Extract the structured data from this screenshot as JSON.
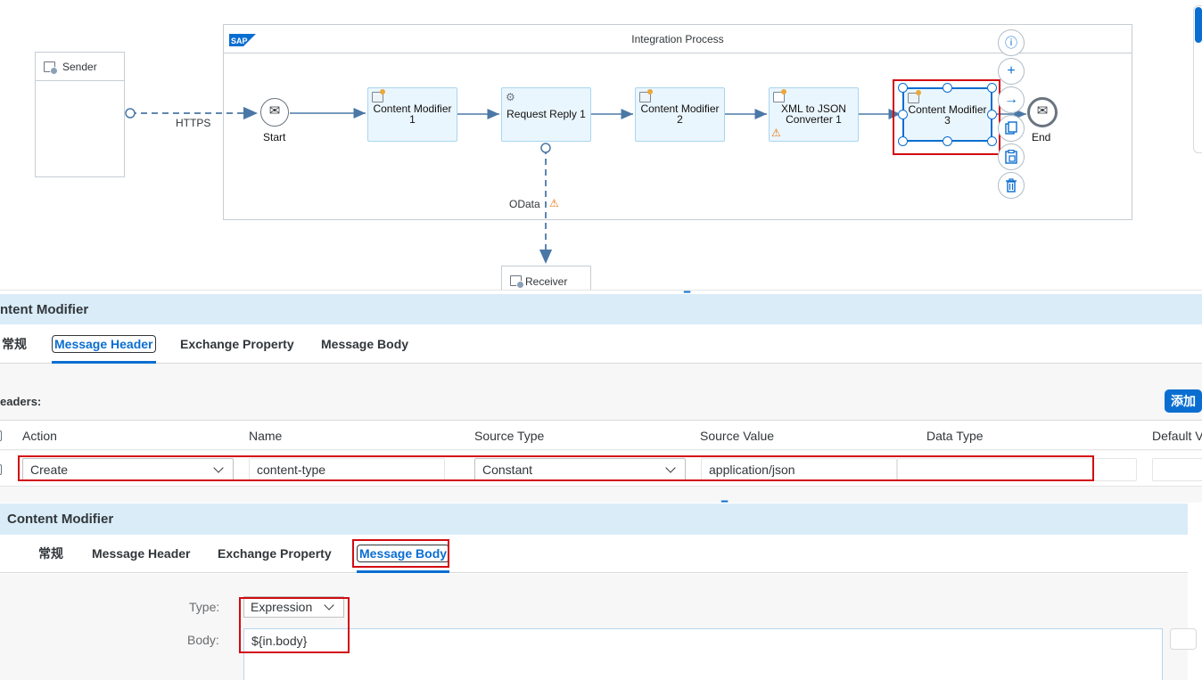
{
  "diagram": {
    "pool_title": "Integration Process",
    "sender_label": "Sender",
    "receiver_label": "Receiver",
    "https_label": "HTTPS",
    "odata_label": "OData",
    "start_label": "Start",
    "end_label": "End",
    "steps": {
      "cm1": [
        "Content Modifier",
        "1"
      ],
      "rr1": [
        "Request Reply 1"
      ],
      "cm2": [
        "Content Modifier",
        "2"
      ],
      "xml": [
        "XML to JSON",
        "Converter 1"
      ],
      "cm3": [
        "Content Modifier",
        "3"
      ]
    },
    "palette": {
      "info": "ⓘ",
      "add": "+",
      "connect": "→"
    }
  },
  "panel1": {
    "title": "ntent Modifier",
    "tabs": [
      "常规",
      "Message Header",
      "Exchange Property",
      "Message Body"
    ],
    "headers_label": "eaders:",
    "add_button": "添加",
    "columns": [
      "Action",
      "Name",
      "Source Type",
      "Source Value",
      "Data Type",
      "Default V"
    ],
    "row": {
      "action": "Create",
      "name": "content-type",
      "source_type": "Constant",
      "source_value": "application/json",
      "data_type": "",
      "default_value": ""
    }
  },
  "panel2": {
    "title": "Content Modifier",
    "tabs": [
      "常规",
      "Message Header",
      "Exchange Property",
      "Message Body"
    ],
    "type_label": "Type:",
    "type_value": "Expression",
    "body_label": "Body:",
    "body_value": "${in.body}"
  },
  "colors": {
    "accent": "#0a6ed1",
    "highlight": "#d20a11",
    "step_fill": "#eaf6fd",
    "title_bar": "#d9ecf8",
    "warning": "#e9730c"
  }
}
